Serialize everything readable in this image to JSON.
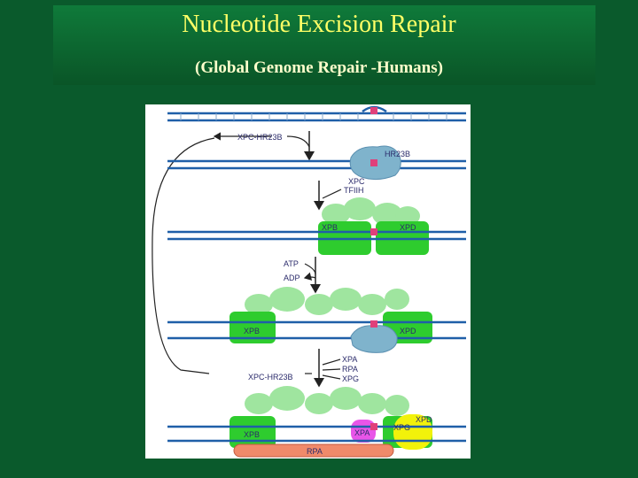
{
  "slide": {
    "title": "Nucleotide Excision Repair",
    "subtitle": "(Global Genome Repair -Humans)"
  },
  "diagram": {
    "labels": {
      "xpc_hr23b_top": "XPC-HR23B",
      "hr23b": "HR23B",
      "xpc": "XPC",
      "tfiih": "TFIIH",
      "xpb_1": "XPB",
      "xpd_1": "XPD",
      "atp": "ATP",
      "adp": "ADP",
      "xpb_2": "XPB",
      "xpd_2": "XPD",
      "xpa_in": "XPA",
      "rpa_in": "RPA",
      "xpg_in": "XPG",
      "xpc_hr23b_out": "XPC-HR23B",
      "xpb_3": "XPB",
      "xpa_3": "XPA",
      "xpg_3": "XPG",
      "xpd_3": "XPD",
      "rpa_3": "RPA"
    },
    "colors": {
      "dna": "#1f5fa8",
      "tfiih_core": "#2ecc2e",
      "tfiih_light": "#9fe59f",
      "xpc": "#7fb3cc",
      "lesion": "#e0407a",
      "xpa": "#e855e8",
      "xpg": "#f2f20a",
      "rpa": "#f08a6a"
    }
  }
}
